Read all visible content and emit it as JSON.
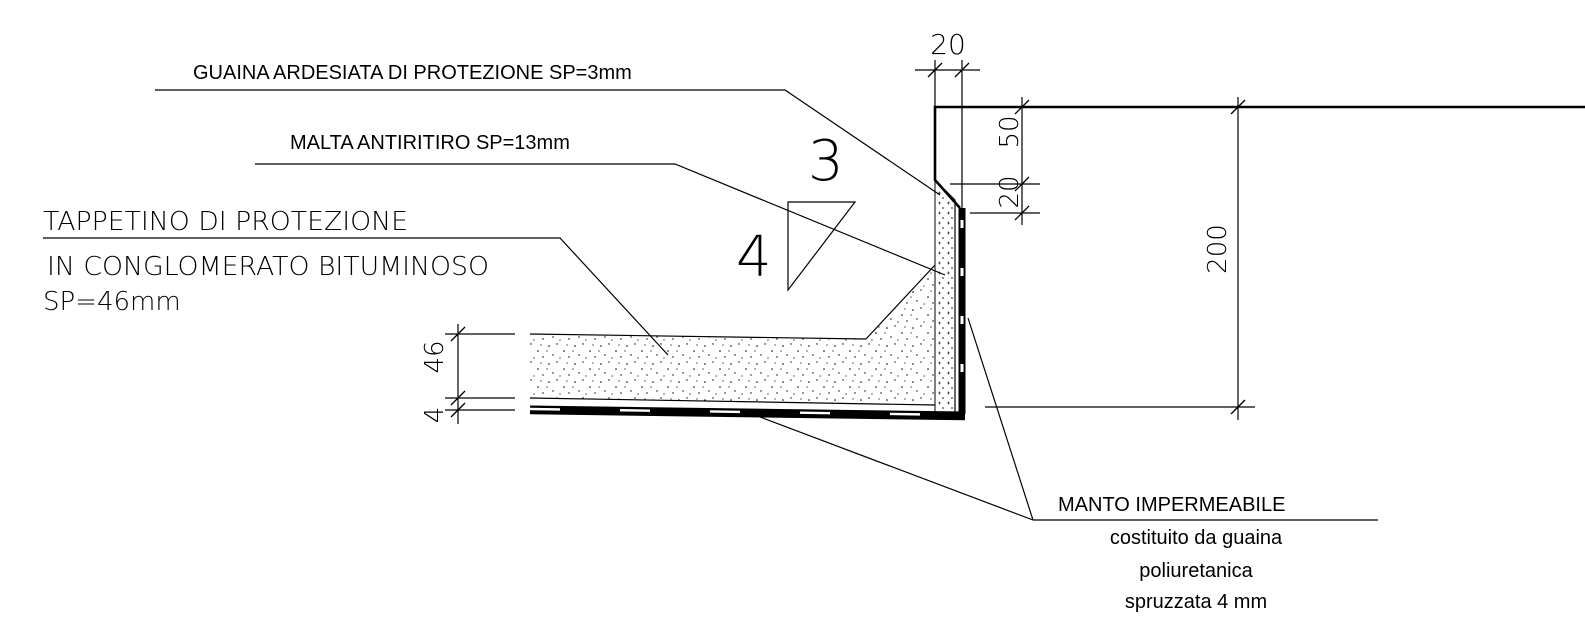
{
  "labels": {
    "guaina": "GUAINA ARDESIATA DI PROTEZIONE SP=3mm",
    "malta": "MALTA ANTIRITIRO SP=13mm",
    "tappetino_line1": "TAPPETINO DI PROTEZIONE",
    "tappetino_line2": "IN CONGLOMERATO BITUMINOSO",
    "tappetino_line3": "SP=46mm",
    "manto_title": "MANTO IMPERMEABILE",
    "manto_line1": "costituito da guaina",
    "manto_line2": "poliuretanica",
    "manto_line3": "spruzzata 4 mm"
  },
  "slope": {
    "rise": "3",
    "run": "4"
  },
  "dimensions": {
    "top_width": "20",
    "upper_height": "50",
    "chamfer_height": "20",
    "total_height": "200",
    "layer_thickness": "46",
    "membrane_thickness": "4"
  }
}
